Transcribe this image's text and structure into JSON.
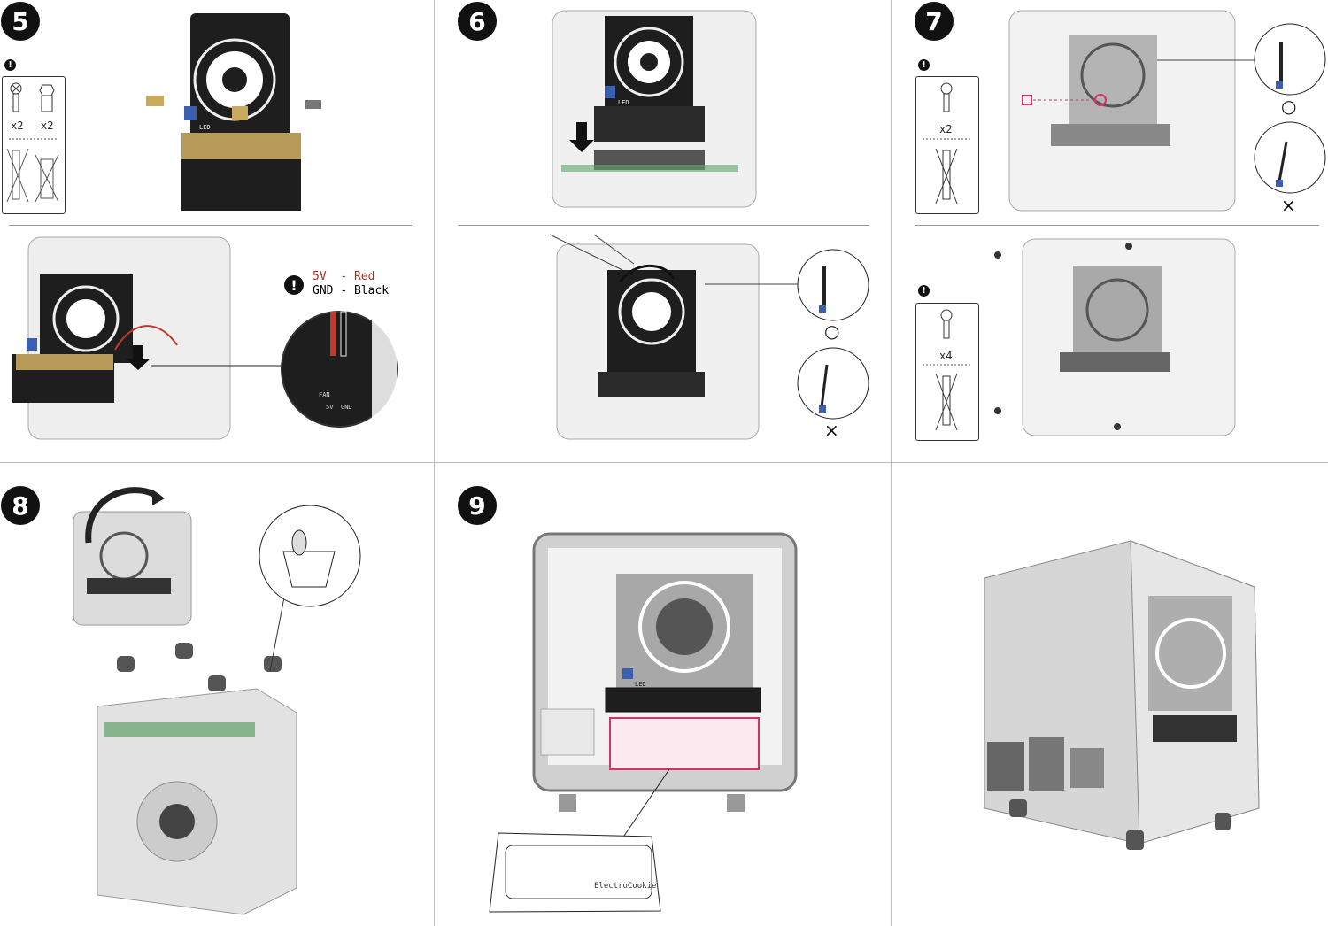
{
  "steps": [
    {
      "number": "5",
      "parts": [
        {
          "icon": "screw-icon",
          "qty": "x2"
        },
        {
          "icon": "standoff-icon",
          "qty": "x2"
        }
      ],
      "wiring_note": {
        "line1_label": "5V",
        "line1_value": "- Red",
        "line2_label": "GND",
        "line2_value": "- Black"
      },
      "board_labels": [
        "LED",
        "FAN",
        "5V",
        "GND"
      ]
    },
    {
      "number": "6",
      "correct_mark": "○",
      "wrong_mark": "×",
      "board_labels": [
        "LED"
      ]
    },
    {
      "number": "7",
      "parts_top": {
        "icon": "screw-icon",
        "qty": "x2"
      },
      "parts_bottom": {
        "icon": "screw-icon",
        "qty": "x4"
      },
      "correct_mark": "○",
      "wrong_mark": "×"
    },
    {
      "number": "8"
    },
    {
      "number": "9",
      "board_labels": [
        "LED"
      ],
      "card_brand": "ElectroCookie"
    }
  ],
  "colors": {
    "highlight": "#d4336a",
    "wire_red": "#c0392b",
    "board": "#1e1e1e",
    "case": "#e4e4e4",
    "pcb": "#5fa36a"
  }
}
